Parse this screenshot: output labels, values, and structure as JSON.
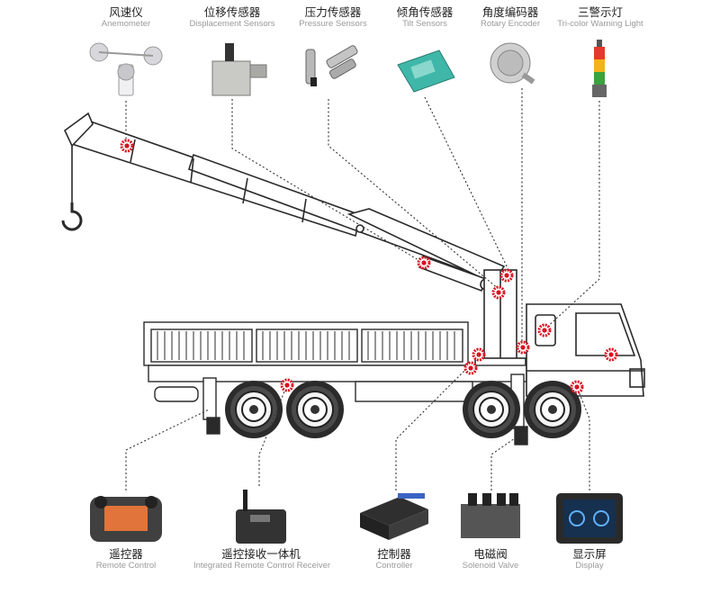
{
  "top_components": [
    {
      "cn": "风速仪",
      "en": "Anemometer"
    },
    {
      "cn": "位移传感器",
      "en": "Displacement Sensors"
    },
    {
      "cn": "压力传感器",
      "en": "Pressure Sensors"
    },
    {
      "cn": "倾角传感器",
      "en": "Tilt Sensors"
    },
    {
      "cn": "角度编码器",
      "en": "Rotary Encoder"
    },
    {
      "cn": "三警示灯",
      "en": "Tri-color Warning Light"
    }
  ],
  "bottom_components": [
    {
      "cn": "遥控器",
      "en": "Remote Control"
    },
    {
      "cn": "遥控接收一体机",
      "en": "Integrated Remote Control Receiver"
    },
    {
      "cn": "控制器",
      "en": "Controller"
    },
    {
      "cn": "电磁阀",
      "en": "Solenoid Valve"
    },
    {
      "cn": "显示屏",
      "en": "Display"
    }
  ],
  "colors": {
    "marker": "#d9121f",
    "line": "#333333",
    "truck_stroke": "#2a2a2a",
    "truck_fill": "#ffffff",
    "label_cn": "#222222",
    "label_en": "#9a9a9a"
  }
}
